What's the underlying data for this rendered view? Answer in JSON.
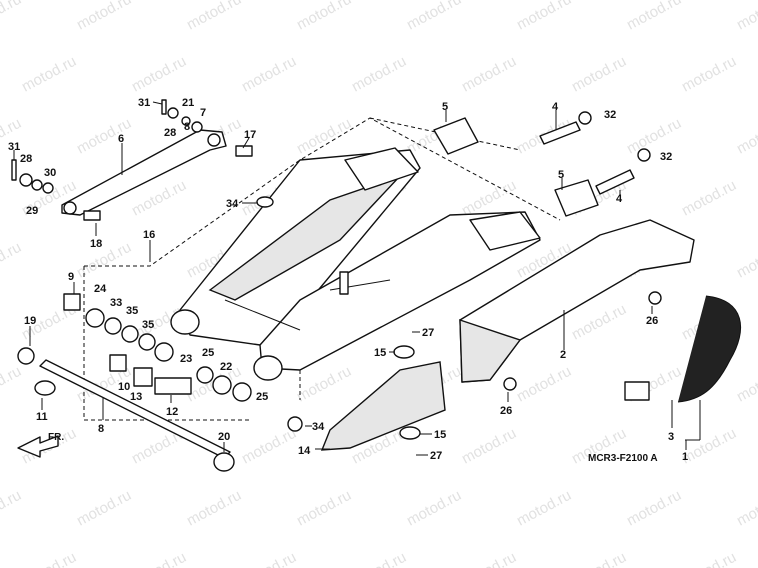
{
  "watermark_text": "motod.ru",
  "diagram_code": "MCR3-F2100 A",
  "front_marker": "FR.",
  "callouts": [
    "1",
    "2",
    "3",
    "4",
    "5",
    "6",
    "7",
    "8",
    "9",
    "10",
    "11",
    "12",
    "13",
    "15",
    "17",
    "18",
    "19",
    "20",
    "21",
    "22",
    "23",
    "24",
    "25",
    "26",
    "27",
    "28",
    "29",
    "30",
    "31",
    "32",
    "33",
    "34",
    "35",
    "12",
    "14",
    "16"
  ],
  "labels": {
    "c31a": "31",
    "c21": "21",
    "c7": "7",
    "c28a": "28",
    "c8b": "8",
    "c6": "6",
    "c17": "17",
    "c31b": "31",
    "c28b": "28",
    "c30": "30",
    "c29": "29",
    "c18": "18",
    "c34a": "34",
    "c16": "16",
    "c9": "9",
    "c24": "24",
    "c33": "33",
    "c35a": "35",
    "c35b": "35",
    "c19": "19",
    "c23": "23",
    "c25a": "25",
    "c22": "22",
    "c10": "10",
    "c13": "13",
    "c12": "12",
    "c11": "11",
    "c8": "8",
    "c20": "20",
    "c25b": "25",
    "c34b": "34",
    "c14": "14",
    "c15a": "15",
    "c27a": "27",
    "c15b": "15",
    "c27b": "27",
    "c5a": "5",
    "c4a": "4",
    "c32a": "32",
    "c5b": "5",
    "c4b": "4",
    "c32b": "32",
    "c2": "2",
    "c26a": "26",
    "c26b": "26",
    "c3": "3",
    "c1": "1"
  }
}
